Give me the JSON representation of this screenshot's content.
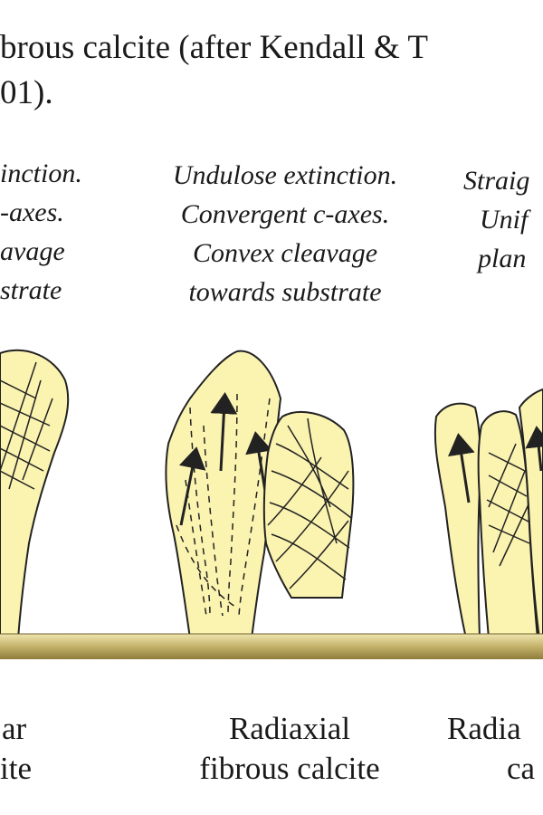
{
  "title": {
    "line1": "brous calcite (after Kendall & T",
    "line2": "01)."
  },
  "descriptions": {
    "left": [
      "inction.",
      "-axes.",
      "avage",
      "strate"
    ],
    "center": [
      "Undulose extinction.",
      "Convergent c-axes.",
      "Convex cleavage",
      "towards substrate"
    ],
    "right": [
      "Straig",
      "Unif",
      "plan"
    ]
  },
  "labels": {
    "left": [
      "ar",
      "ite"
    ],
    "center": [
      "Radiaxial",
      "fibrous calcite"
    ],
    "right": [
      "Radia",
      "ca"
    ]
  },
  "colors": {
    "crystal_fill": "#fbf3b0",
    "outline": "#222222",
    "substrate_light": "#efe6b0",
    "substrate_dark": "#8e7d3a"
  }
}
